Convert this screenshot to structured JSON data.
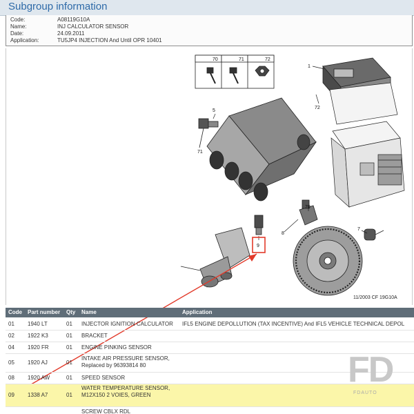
{
  "header": {
    "title": "Subgroup information"
  },
  "info": [
    {
      "key": "Code:",
      "value": "A08119G10A"
    },
    {
      "key": "Name:",
      "value": "INJ CALCULATOR SENSOR"
    },
    {
      "key": "Date:",
      "value": "24.09.2011"
    },
    {
      "key": "Application:",
      "value": "TU5JP4 INJECTION And Until OPR 10401"
    }
  ],
  "diagram": {
    "caption": "11/2003   CF 19G10A",
    "callouts": [
      "70",
      "71",
      "72",
      "1",
      "72",
      "5",
      "71",
      "9",
      "70",
      "8",
      "7"
    ]
  },
  "table": {
    "headers": [
      "Code",
      "Part number",
      "Qty",
      "Name",
      "Application"
    ],
    "rows": [
      {
        "code": "01",
        "part": "1940 LT",
        "qty": "01",
        "name": "INJECTOR IGNITION CALCULATOR",
        "application": "IFL5 ENGINE DEPOLLUTION (TAX INCENTIVE) And IFL5 VEHICLE TECHNICAL DEPOL"
      },
      {
        "code": "02",
        "part": "1922 K3",
        "qty": "01",
        "name": "BRACKET",
        "application": ""
      },
      {
        "code": "04",
        "part": "1920 FR",
        "qty": "01",
        "name": "ENGINE PINKING SENSOR",
        "application": ""
      },
      {
        "code": "05",
        "part": "1920 AJ",
        "qty": "01",
        "name": "INTAKE AIR PRESSURE SENSOR,",
        "note": "Replaced by 96393814 80",
        "application": ""
      },
      {
        "code": "08",
        "part": "1920 AW",
        "qty": "01",
        "name": "SPEED SENSOR",
        "application": ""
      },
      {
        "code": "09",
        "part": "1338 A7",
        "qty": "01",
        "name": "WATER TEMPERATURE SENSOR, M12X150 2 VOIES, GREEN",
        "application": "",
        "highlight": true
      },
      {
        "code": "",
        "part": "",
        "qty": "",
        "name": "SCREW CBLX RDL",
        "application": ""
      }
    ]
  },
  "watermark": {
    "letters": "FD",
    "sub": "FDAUTO"
  },
  "colors": {
    "accent": "#2e6aa8",
    "header_bg": "#5f6d78",
    "highlight": "#fbf6a9",
    "arrow": "#e23a2a"
  }
}
